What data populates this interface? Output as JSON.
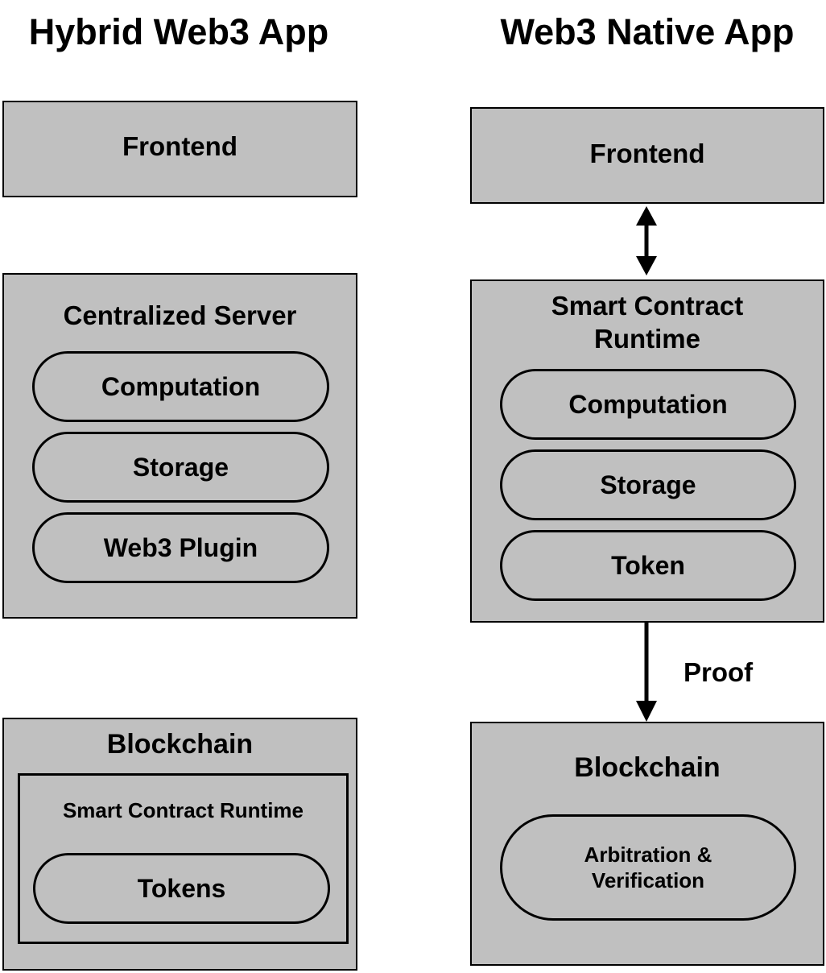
{
  "hybrid": {
    "title": "Hybrid Web3 App",
    "frontend": "Frontend",
    "server": {
      "label": "Centralized Server",
      "items": [
        "Computation",
        "Storage",
        "Web3 Plugin"
      ]
    },
    "blockchain": {
      "label": "Blockchain",
      "runtime_label": "Smart Contract Runtime",
      "tokens": "Tokens"
    }
  },
  "native": {
    "title": "Web3 Native App",
    "frontend": "Frontend",
    "runtime": {
      "label": "Smart Contract\nRuntime",
      "items": [
        "Computation",
        "Storage",
        "Token"
      ]
    },
    "proof_label": "Proof",
    "blockchain": {
      "label": "Blockchain",
      "verification": "Arbitration &\nVerification"
    }
  }
}
